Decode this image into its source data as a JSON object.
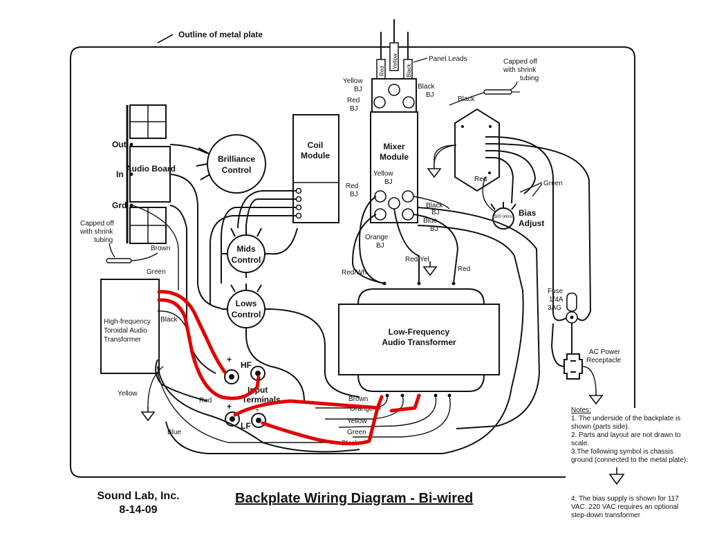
{
  "diagram": {
    "title": "Backplate Wiring Diagram - Bi-wired",
    "company": "Sound Lab, Inc.",
    "date": "8-14-09",
    "plate_label": "Outline of metal plate",
    "panel_leads_label": "Panel Leads",
    "capped_label_right": "Capped off with shrink tubing",
    "capped_label_left": "Capped off with shrink tubing",
    "modules": {
      "audio_board": "Audio Board",
      "brilliance": "Brilliance Control",
      "coil": "Coil Module",
      "mixer": "Mixer Module",
      "mids": "Mids Control",
      "lows": "Lows Control",
      "hf_transformer": "High-frequency Toroidal Audio Transformer",
      "lf_transformer": "Low-Frequency Audio Transformer",
      "bias": "Bias Adjust",
      "bias_value": "500 ohms",
      "fuse": "Fuse 1/4A 3AG",
      "ac": "AC Power Receptacle",
      "input_terminals": "Input Terminals",
      "hf": "HF",
      "lf": "LF"
    },
    "board_pins": {
      "out": "Out",
      "in": "In",
      "grd": "Grd"
    },
    "lead_colors": {
      "red": "Red",
      "yellow": "Yellow",
      "black": "Black"
    },
    "bj_labels": {
      "yellow_top": "Yellow BJ",
      "red_top": "Red BJ",
      "black_top": "Black BJ",
      "yellow_bottom": "Yellow BJ",
      "red_bottom": "Red BJ",
      "black_bottom": "Black BJ",
      "blue_bottom": "Blue BJ",
      "orange_bottom": "Orange BJ"
    },
    "wire_labels": {
      "black_cap": "Black",
      "red_bias": "Red",
      "green_bias": "Green",
      "red_wh": "Red/Wh",
      "red_yel": "Red/Yel",
      "red_lf": "Red",
      "brown": "Brown",
      "green_hf": "Green",
      "black_hf": "Black",
      "yellow": "Yellow",
      "red_left": "Red",
      "blue": "Blue",
      "lf_brown": "Brown",
      "lf_orange": "Orange",
      "lf_yellow": "Yellow",
      "lf_green": "Green",
      "lf_black": "Black"
    },
    "polarity": {
      "plus": "+",
      "minus": "-"
    },
    "notes": {
      "heading": "Notes:",
      "n1": "1. The underside of the backplate is shown (parts side).",
      "n2": "2. Parts and layout are not drawn to scale.",
      "n3": "3.The following symbol is chassis ground (connected to the metal plate):",
      "n4": "4. The bias supply is shown for 117 VAC. 220 VAC requires an optional step-down transformer"
    },
    "colors": {
      "highlight_wire": "#e00000",
      "line": "#111111"
    }
  }
}
